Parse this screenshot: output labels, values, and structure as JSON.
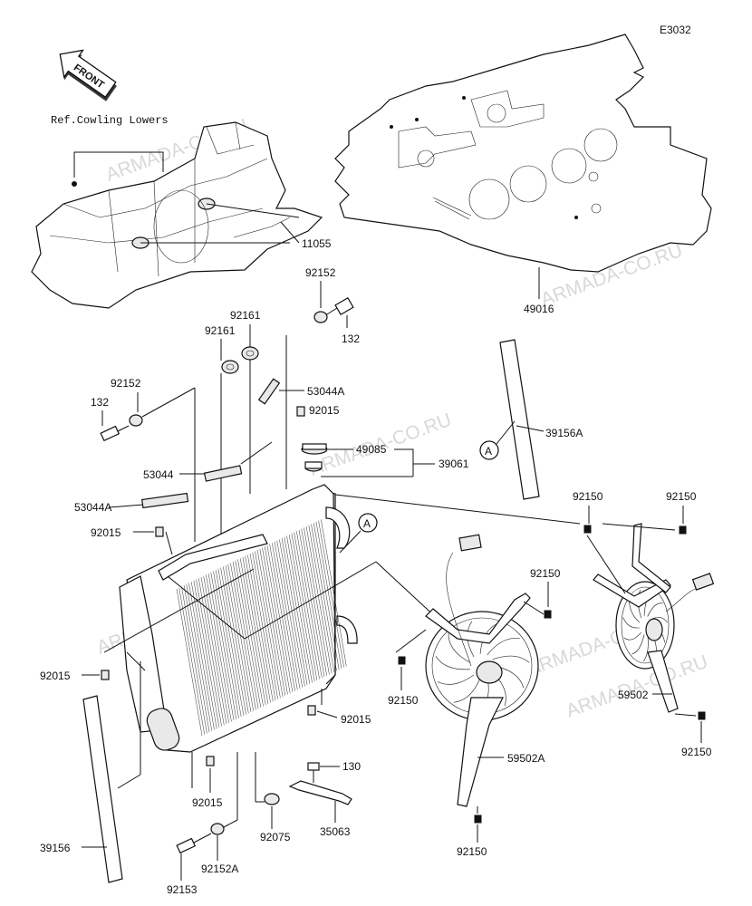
{
  "diagram_code": "E3032",
  "front_label": "FRONT",
  "ref_label": "Ref.Cowling Lowers",
  "callout_marker": "A",
  "watermark": "ARMADA-CO.RU",
  "part_numbers": {
    "p11055": "11055",
    "p49016": "49016",
    "p92152_top": "92152",
    "p132_top": "132",
    "p92161_a": "92161",
    "p92161_b": "92161",
    "p92152_left": "92152",
    "p132_left": "132",
    "p53044A_top": "53044A",
    "p92015_top": "92015",
    "p49085": "49085",
    "p39061": "39061",
    "p53044": "53044",
    "p53044A_left": "53044A",
    "p92015_left": "92015",
    "p39156A": "39156A",
    "p92150_a": "92150",
    "p92150_b": "92150",
    "p92150_c": "92150",
    "p92150_d": "92150",
    "p92150_e": "92150",
    "p92150_f": "92150",
    "p92015_mid": "92015",
    "p92015_right": "92015",
    "p59502": "59502",
    "p59502A": "59502A",
    "p130": "130",
    "p92015_bot": "92015",
    "p92075": "92075",
    "p35063": "35063",
    "p39156": "39156",
    "p92152A": "92152A",
    "p92153": "92153"
  }
}
